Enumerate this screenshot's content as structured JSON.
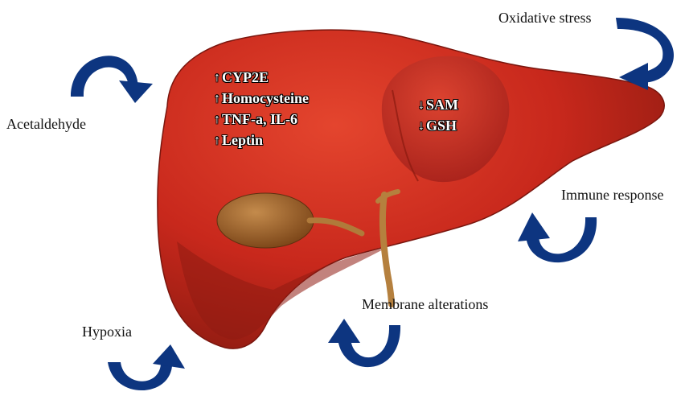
{
  "factors": {
    "oxidative_stress": "Oxidative stress",
    "acetaldehyde": "Acetaldehyde",
    "immune_response": "Immune response",
    "membrane_alterations": "Membrane alterations",
    "hypoxia": "Hypoxia"
  },
  "increased_markers": [
    {
      "arrow": "↑",
      "label": "CYP2E"
    },
    {
      "arrow": "↑",
      "label": "Homocysteine"
    },
    {
      "arrow": "↑",
      "label": "TNF-a, IL-6"
    },
    {
      "arrow": "↑",
      "label": "Leptin"
    }
  ],
  "decreased_markers": [
    {
      "arrow": "↓",
      "label": "SAM"
    },
    {
      "arrow": "↓",
      "label": "GSH"
    }
  ],
  "colors": {
    "liver_main": "#c8281c",
    "liver_dark": "#8a1a10",
    "gallbladder": "#9a5a1e",
    "arrow_blue": "#0d3580"
  }
}
